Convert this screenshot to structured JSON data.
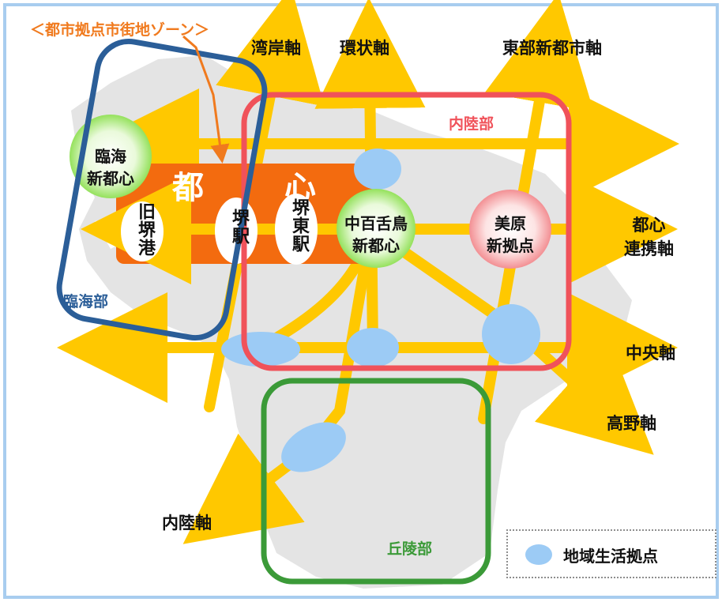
{
  "zone_title": "＜都市拠点市街地ゾーン＞",
  "axes": {
    "bay": "湾岸軸",
    "ring": "環状軸",
    "east_new_city": "東部新都市軸",
    "toshin_renkei": "都心\n連携軸",
    "central": "中央軸",
    "koya": "高野軸",
    "inland": "内陸軸"
  },
  "zones": {
    "coastal": "臨海部",
    "inland": "内陸部",
    "hills": "丘陵部"
  },
  "nodes": {
    "rinkai": "臨海\n新都心",
    "nakamozu": "中百舌鳥\n新都心",
    "mihara": "美原\n新拠点"
  },
  "toshin": {
    "char1": "都",
    "char2": "心"
  },
  "stations": {
    "kyu_sakaiko": "旧堺港",
    "sakai_eki": "堺駅",
    "sakaihigashi_eki": "堺東駅"
  },
  "legend": {
    "label": "地域生活拠点"
  },
  "colors": {
    "axis": "#ffc800",
    "toshin": "#f36b0f",
    "coastal": "#2b5e98",
    "inland": "#f0525a",
    "hills": "#3b9a38",
    "local_hub": "#9ccbf5",
    "title": "#f07a1e"
  }
}
